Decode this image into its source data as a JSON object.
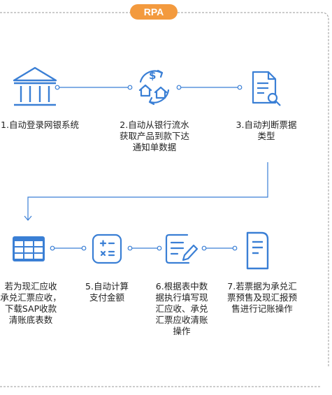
{
  "badge": "RPA",
  "colors": {
    "icon": "#3a7fd5",
    "connector": "#3a7fd5",
    "badge": "#f39a3e",
    "border": "#9a9a9a"
  },
  "steps": [
    {
      "icon": "bank-icon",
      "label": "1.自动登录网银系统"
    },
    {
      "icon": "refresh-money-icon",
      "label": "2.自动从银行流水\n获取产品到款下达\n通知单数据"
    },
    {
      "icon": "document-search-icon",
      "label": "3.自动判断票据\n类型"
    },
    {
      "icon": "table-icon",
      "label": "若为现汇应收\n承兑汇票应收，\n下载SAP收款\n清账底表数"
    },
    {
      "icon": "calculator-icon",
      "label": "5.自动计算\n支付金额"
    },
    {
      "icon": "edit-document-icon",
      "label": "6.根据表中数\n据执行填写现\n汇应收、承兑\n汇票应收清账\n操作"
    },
    {
      "icon": "document-icon",
      "label": "7.若票据为承兑汇\n票预售及现汇报预\n售进行记账操作"
    }
  ]
}
